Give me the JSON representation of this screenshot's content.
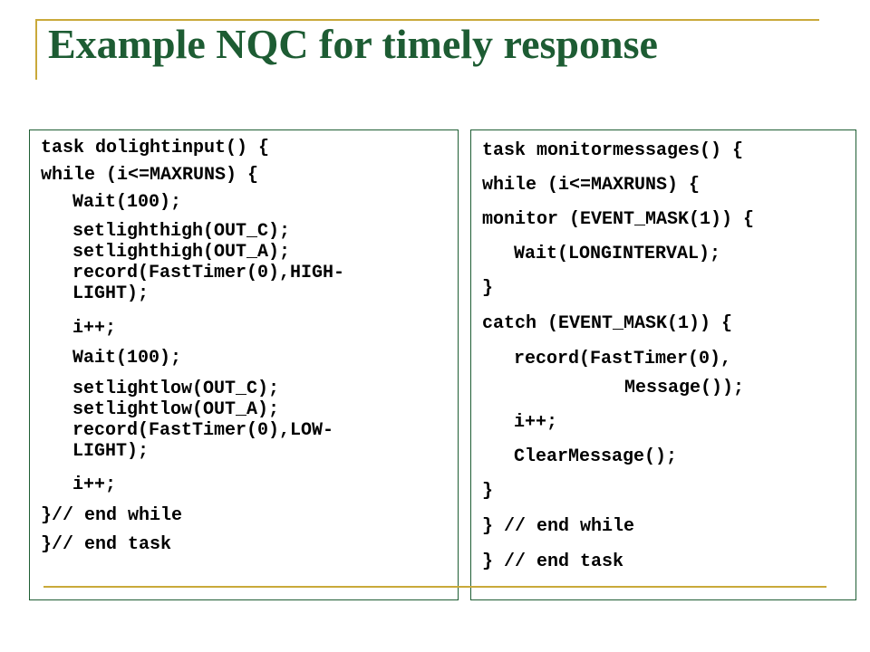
{
  "slide": {
    "title": "Example NQC for timely response"
  },
  "left_code": {
    "lines": [
      "task dolightinput() {",
      "while (i<=MAXRUNS) {",
      "Wait(100);",
      "setlighthigh(OUT_C);",
      "setlighthigh(OUT_A);",
      "record(FastTimer(0),HIGH-",
      "LIGHT);",
      "i++;",
      "Wait(100);",
      "setlightlow(OUT_C);",
      "setlightlow(OUT_A);",
      "record(FastTimer(0),LOW-",
      "LIGHT);",
      "i++;",
      "}// end while",
      "}// end task"
    ]
  },
  "right_code": {
    "lines": [
      "task monitormessages() {",
      "while (i<=MAXRUNS) {",
      "monitor (EVENT_MASK(1)) {",
      "Wait(LONGINTERVAL);",
      "}",
      "catch (EVENT_MASK(1)) {",
      "record(FastTimer(0),",
      "Message());",
      "i++;",
      "ClearMessage();",
      "}",
      "} // end while",
      "} // end task"
    ]
  },
  "colors": {
    "title": "#1d5c33",
    "accent_line": "#c9a93a",
    "box_border": "#1f5e34"
  }
}
